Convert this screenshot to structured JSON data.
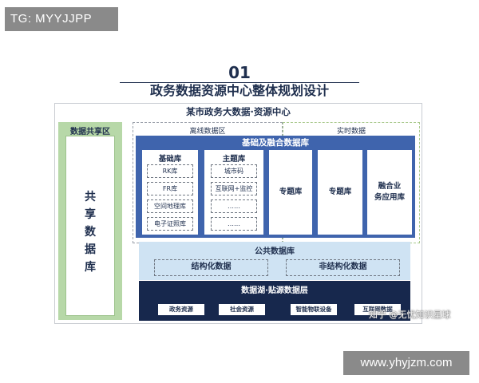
{
  "tag": "TG: MYYJJPP",
  "header": {
    "number": "01",
    "title": "政务数据资源中心整体规划设计"
  },
  "diagram": {
    "frame_title": "某市政务大数据·资源中心",
    "shared": {
      "label": "数据共享区",
      "vertical_lines": [
        "共",
        "享",
        "数",
        "据",
        "库"
      ]
    },
    "zones": {
      "offline": "离线数据区",
      "realtime": "实时数据"
    },
    "fusion": {
      "title": "基础及融合数据库",
      "basic": {
        "title": "基础库",
        "items": [
          "RK库",
          "FR库",
          "空间地理库",
          "电子证照库"
        ]
      },
      "theme": {
        "title": "主题库",
        "items": [
          "城市码",
          "互联网+监控",
          "……",
          "……"
        ]
      },
      "columns": [
        {
          "lines": [
            "专题库"
          ]
        },
        {
          "lines": [
            "专题库"
          ]
        },
        {
          "lines": [
            "融合业",
            "务应用库"
          ]
        }
      ]
    },
    "public_db": {
      "title": "公共数据库",
      "boxes": [
        "结构化数据",
        "非结构化数据"
      ]
    },
    "lake": {
      "title": "数据湖·贴源数据层",
      "items": [
        "政务资源",
        "社会资源",
        "智能物联设备",
        "互联网数据"
      ]
    }
  },
  "watermarks": {
    "zhihu": "知乎 @无忧知识星球",
    "site": "www.yhyjzm.com"
  },
  "colors": {
    "navy": "#1f2f4e",
    "fusion_blue": "#3f64ad",
    "lake_navy": "#17284d",
    "public_blue": "#cfe3f3",
    "shared_green": "#b7d8a8"
  }
}
